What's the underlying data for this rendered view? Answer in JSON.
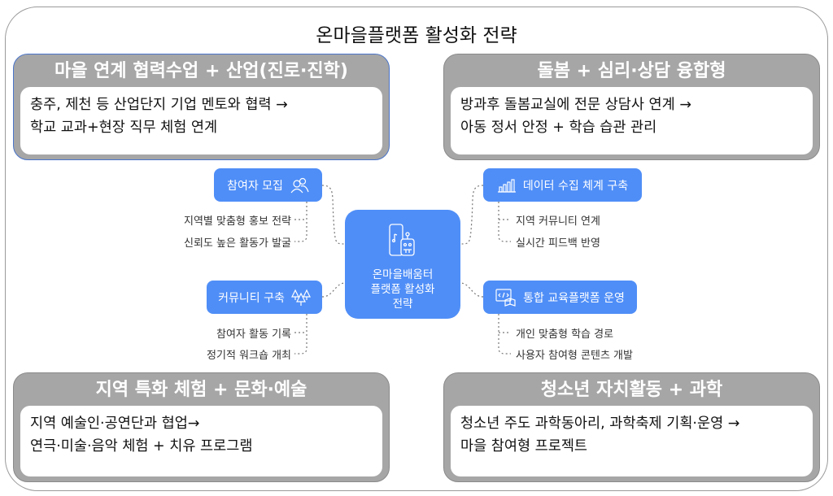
{
  "title": "온마을플랫폼 활성화 전략",
  "cards": [
    {
      "header": "마을 연계 협력수업 + 산업(진로·진학)",
      "lines": [
        "충주, 제천 등 산업단지 기업 멘토와 협력 →",
        "학교 교과+현장 직무 체험 연계"
      ]
    },
    {
      "header": "돌봄 + 심리·상담 융합형",
      "lines": [
        "방과후 돌봄교실에 전문 상담사 연계 →",
        "아동 정서 안정 + 학습 습관 관리"
      ]
    },
    {
      "header": "지역 특화 체험 + 문화·예술",
      "lines": [
        "지역 예술인·공연단과 협업→",
        "연극·미술·음악 체험 + 치유 프로그램"
      ]
    },
    {
      "header": "청소년 자치활동 + 과학",
      "lines": [
        "청소년 주도 과학동아리, 과학축제 기획·운영 →",
        "마을 참여형 프로젝트"
      ]
    }
  ],
  "center": {
    "lines": [
      "온마을배움터",
      "플랫폼 활성화",
      "전략"
    ],
    "icon": "phone-robot-icon"
  },
  "nodes": [
    {
      "label": "참여자 모집",
      "icon": "people-icon",
      "subs": [
        "지역별 맞춤형 홍보 전략",
        "신뢰도 높은 활동가 발굴"
      ]
    },
    {
      "label": "데이터 수집 체계 구축",
      "icon": "bar-chart-icon",
      "subs": [
        "지역 커뮤니티 연계",
        "실시간 피드백 반영"
      ]
    },
    {
      "label": "커뮤니티 구축",
      "icon": "trees-icon",
      "subs": [
        "참여자 활동 기록",
        "정기적 워크숍 개최"
      ]
    },
    {
      "label": "통합 교육플랫폼 운영",
      "icon": "code-book-icon",
      "subs": [
        "개인 맞춤형 학습 경로",
        "사용자 참여형 콘텐츠 개발"
      ]
    }
  ],
  "colors": {
    "node": "#4f8ef7",
    "card": "#a6a6a6"
  }
}
